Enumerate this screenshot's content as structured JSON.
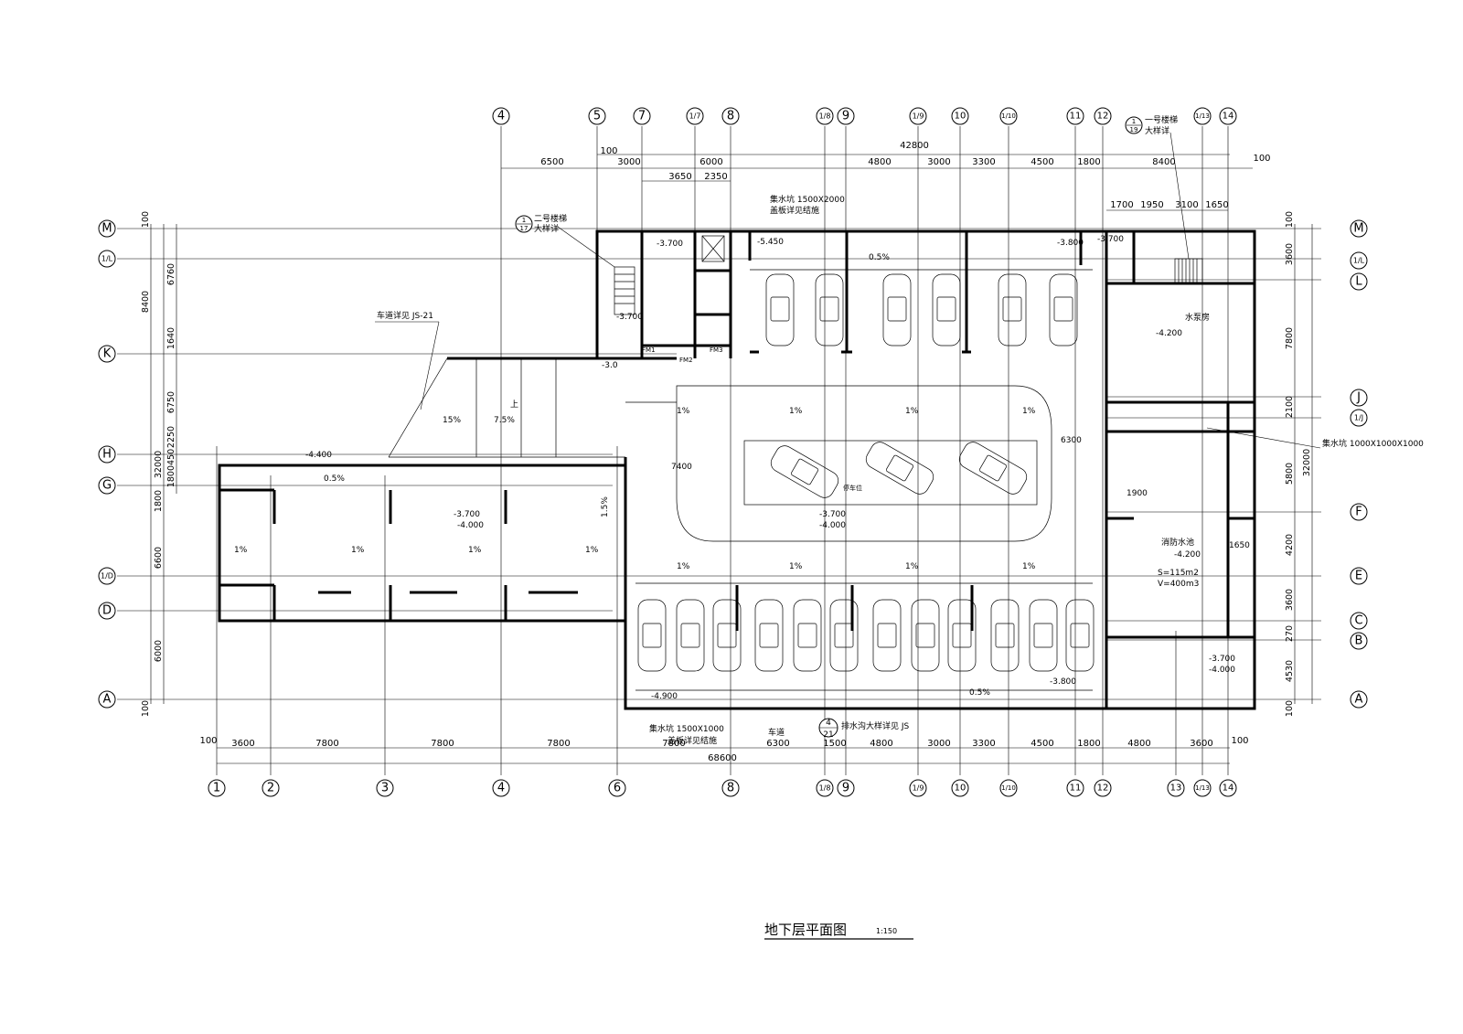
{
  "title": "地下层平面图",
  "scale": "1:150",
  "axes": {
    "top": [
      "4",
      "5",
      "7",
      "1/7",
      "8",
      "1/8",
      "9",
      "1/9",
      "10",
      "1/10",
      "11",
      "12",
      "1/13",
      "14"
    ],
    "bottom": [
      "1",
      "2",
      "3",
      "4",
      "6",
      "8",
      "1/8",
      "9",
      "1/9",
      "10",
      "1/10",
      "11",
      "12",
      "13",
      "1/13",
      "14"
    ],
    "left": [
      "M",
      "1/L",
      "K",
      "H",
      "G",
      "1/D",
      "D",
      "A"
    ],
    "right": [
      "M",
      "1/L",
      "L",
      "J",
      "1/J",
      "F",
      "E",
      "C",
      "B",
      "A"
    ]
  },
  "dims": {
    "top_total": "42800",
    "top_100": "100",
    "top_row": [
      "6500",
      "3000",
      "6000",
      "4800",
      "3000",
      "3300",
      "4500",
      "1800",
      "8400"
    ],
    "top_sub": [
      "3650",
      "2350"
    ],
    "top_right_sub": [
      "1700",
      "1950",
      "3100",
      "1650"
    ],
    "bottom_row": [
      "3600",
      "7800",
      "7800",
      "7800",
      "7800",
      "6300",
      "1500",
      "4800",
      "3000",
      "3300",
      "4500",
      "1800",
      "4800",
      "3600"
    ],
    "bottom_100_l": "100",
    "bottom_100_r": "100",
    "bottom_total": "68600",
    "left_outer": [
      "8400",
      "32000",
      "6600",
      "6000"
    ],
    "left_inner": [
      "6760",
      "1640",
      "6750",
      "2250",
      "1800450",
      "1800"
    ],
    "left_100_top": "100",
    "left_100_bot": "100",
    "right_outer": [
      "3600",
      "7800",
      "2100",
      "5800",
      "4200",
      "3600",
      "270",
      "4530"
    ],
    "right_total": "32000",
    "right_100_top": "100",
    "right_100_bot": "100"
  },
  "labels": {
    "stair2": "二号楼梯",
    "stair2_sub": "大样详",
    "stair2_ref_top": "1",
    "stair2_ref_bot": "17",
    "stair1": "一号楼梯",
    "stair1_sub": "大样详",
    "stair1_ref_top": "1",
    "stair1_ref_bot": "19",
    "ramp_ref": "车道详见 JS-21",
    "elev_m3700_a": "-3.700",
    "elev_m3700_b": "-3.700",
    "elev_m3800_top": "-3.800",
    "elev_m3800_bot": "-3.800",
    "elev_m4400": "-4.400",
    "elev_m3700_mid": "-3.700",
    "elev_m4000_mid": "-4.000",
    "elev_m3700_c": "-3.700",
    "elev_m4000_c": "-4.000",
    "elev_m4200_pump": "-4.200",
    "elev_m4200_pool": "-4.200",
    "elev_m3700_r": "-3.700",
    "elev_m4000_r": "-4.000",
    "elev_m3_0": "-3.0",
    "elev_m5450": "-5.450",
    "elev_m3700_tr": "-3.700",
    "elev_m4900": "-4.900",
    "slope_05_top": "0.5%",
    "slope_05_left": "0.5%",
    "slope_05_bot": "0.5%",
    "slope_1": "1%",
    "slope_15": "15%",
    "slope_75": "7.5%",
    "slope_15b": "1.5%",
    "pit_top": "集水坑 1500X2000",
    "pit_bot": "集水坑 1500X1000",
    "pit_r": "集水坑 1000X1000X1000",
    "pit_note": "盖板详见结施",
    "pool_s": "S=115m2",
    "pool_v": "V=400m3",
    "pool_name": "消防水池",
    "pump": "水泵房",
    "fm1": "FM1",
    "fm2": "FM2",
    "fm3": "FM3",
    "drain_ref_top": "4",
    "drain_ref_bot": "21",
    "drain_ref_text": "排水沟大样详见 JS",
    "drive": "车道",
    "up": "上",
    "parking": "停车位",
    "d_6300": "6300",
    "d_7400": "7400",
    "d_1900": "1900",
    "d_1650": "1650"
  }
}
